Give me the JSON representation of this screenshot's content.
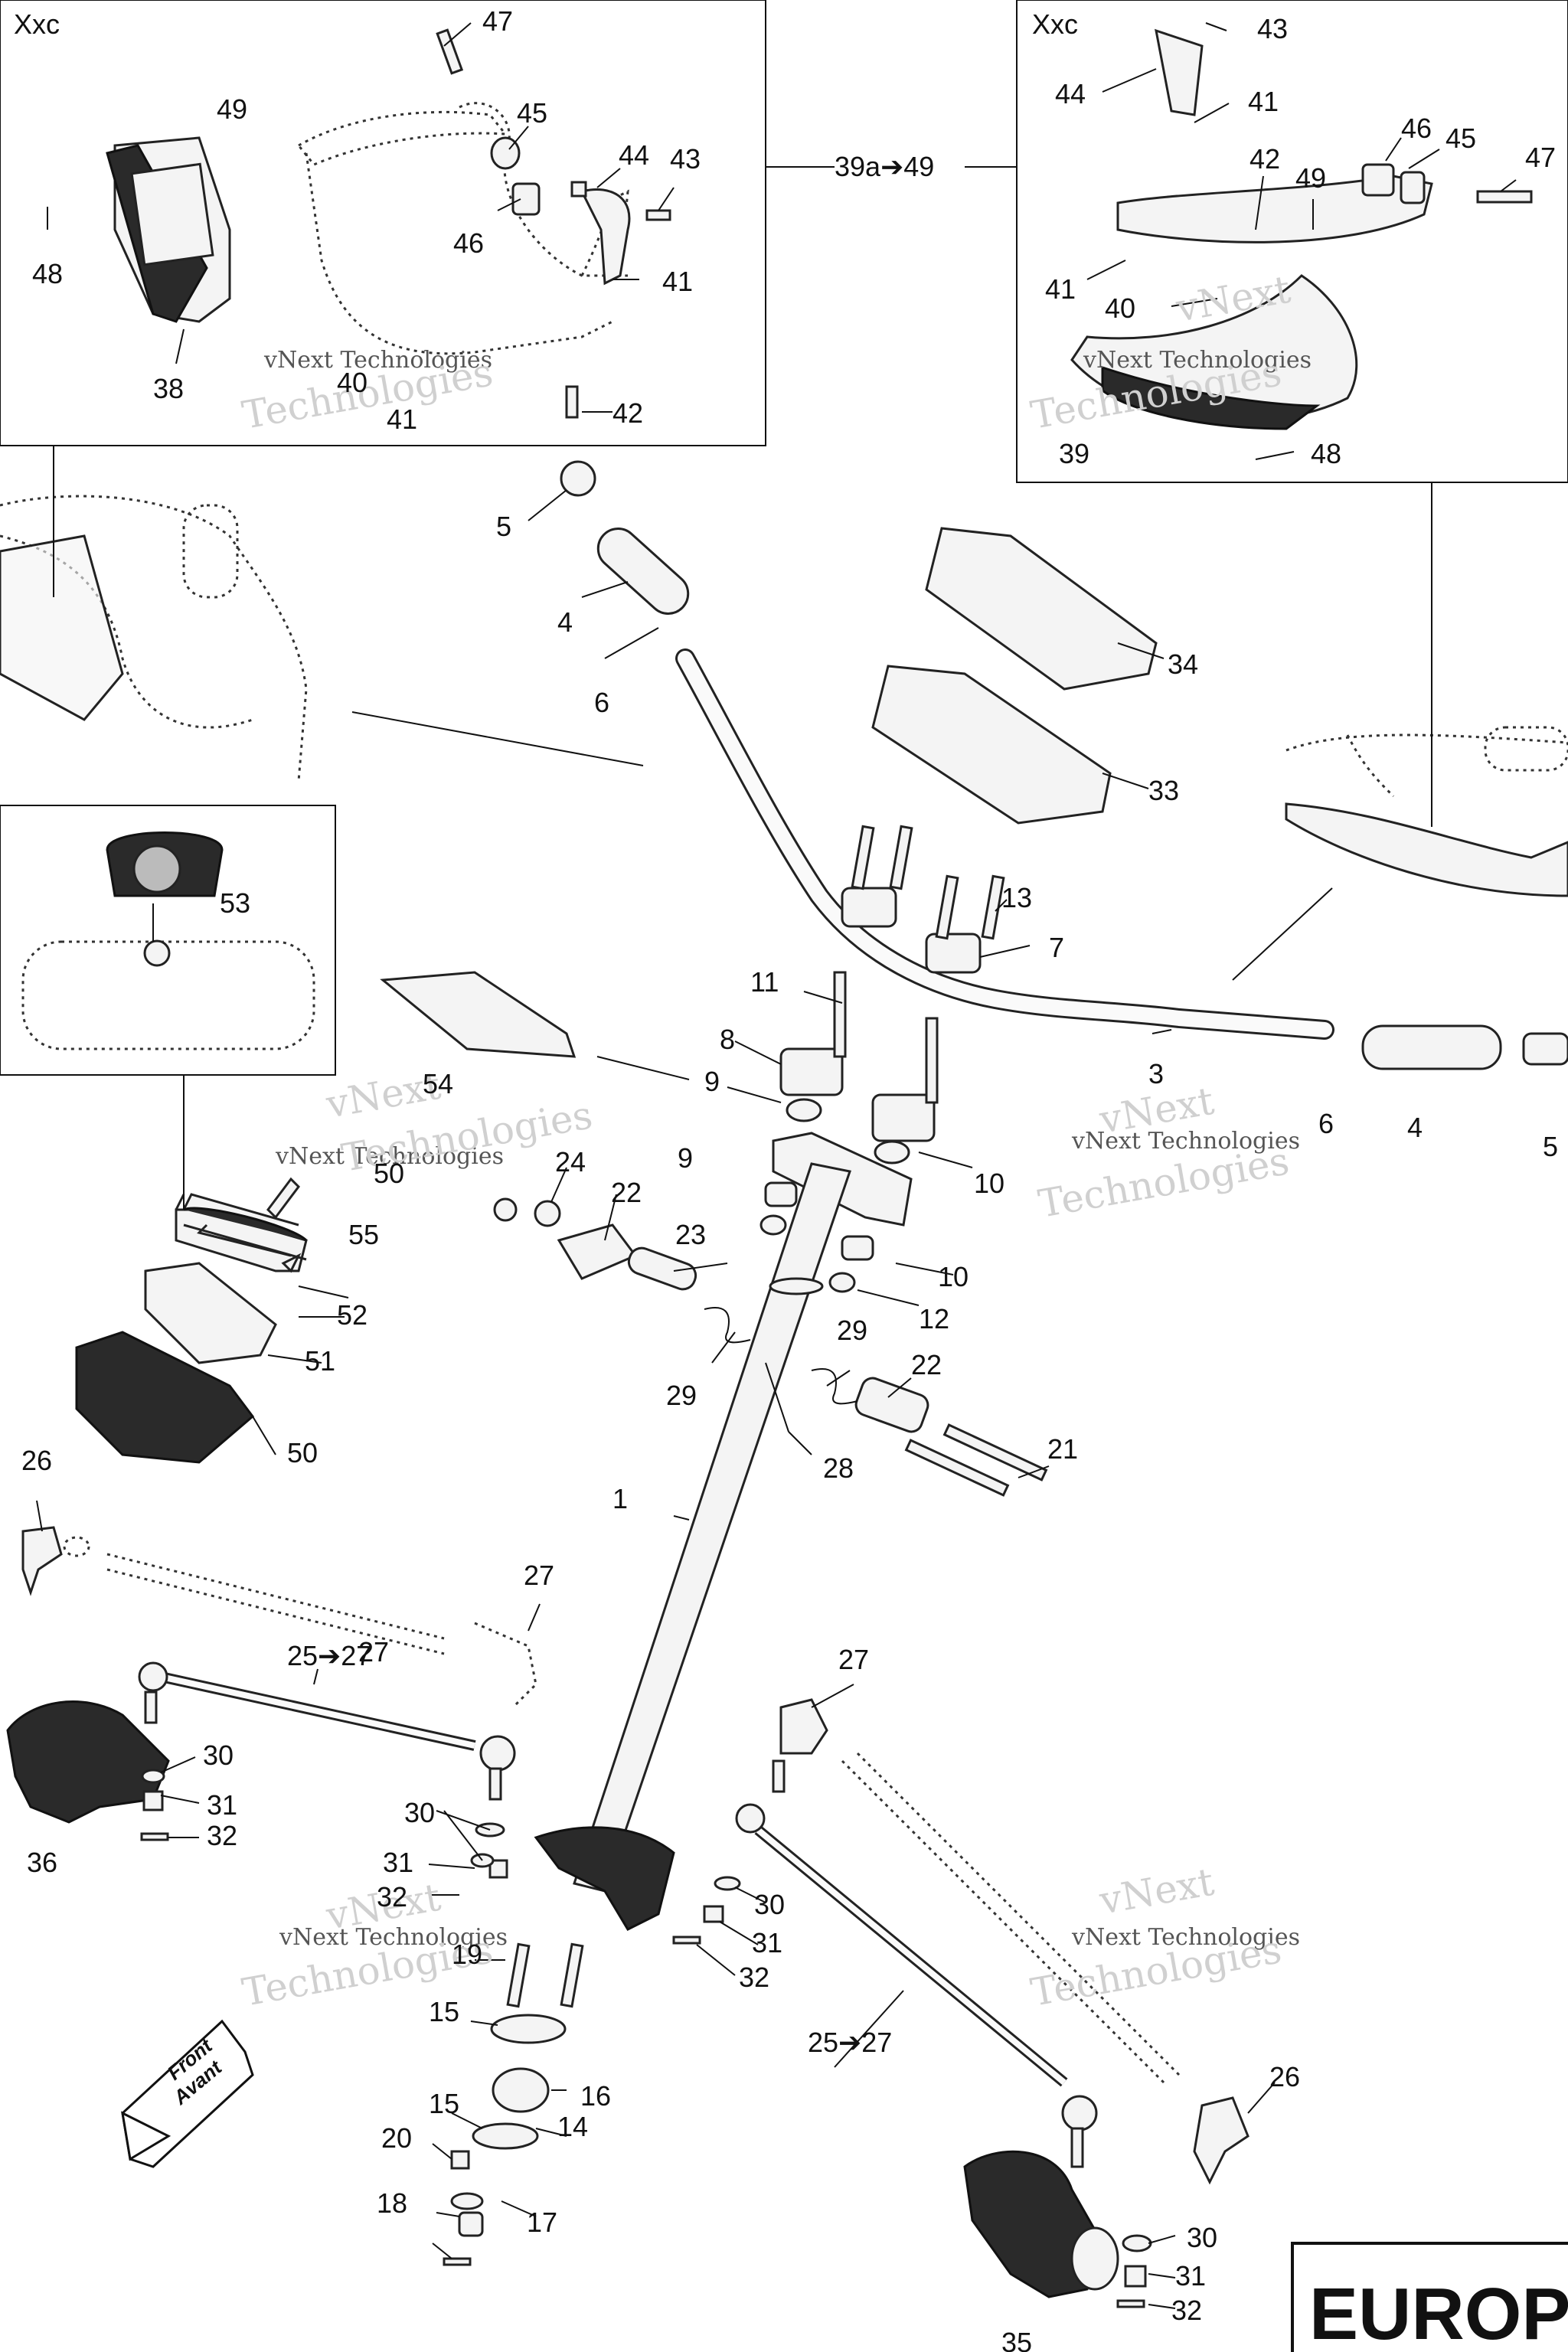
{
  "inset_headers": [
    "Xxc",
    "Xxc"
  ],
  "europe_label": "EUROP",
  "watermarks": [
    "vNext Technologies",
    "vNext",
    "Technologies"
  ],
  "front_arrow": {
    "line1": "Front",
    "line2": "Avant"
  },
  "ref_ranges": [
    "39a➔49",
    "25➔27",
    "25➔27"
  ],
  "part_labels": [
    "1",
    "3",
    "4",
    "4",
    "5",
    "5",
    "6",
    "6",
    "7",
    "8",
    "9",
    "9",
    "10",
    "10",
    "11",
    "12",
    "13",
    "14",
    "15",
    "15",
    "16",
    "17",
    "18",
    "19",
    "20",
    "21",
    "22",
    "22",
    "23",
    "24",
    "26",
    "26",
    "27",
    "27",
    "27",
    "28",
    "29",
    "29",
    "30",
    "30",
    "30",
    "30",
    "31",
    "31",
    "31",
    "31",
    "32",
    "32",
    "32",
    "32",
    "33",
    "34",
    "35",
    "36",
    "38",
    "39",
    "40",
    "40",
    "41",
    "41",
    "41",
    "41",
    "42",
    "42",
    "43",
    "43",
    "44",
    "44",
    "45",
    "45",
    "46",
    "46",
    "47",
    "47",
    "48",
    "48",
    "49",
    "49",
    "50",
    "50",
    "51",
    "52",
    "53",
    "54",
    "55"
  ]
}
